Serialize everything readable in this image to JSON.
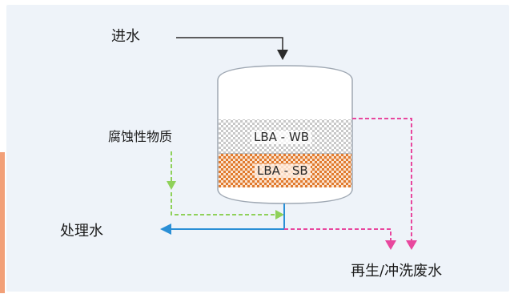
{
  "labels": {
    "inlet": "进水",
    "corrosive": "腐蚀性物质",
    "treated": "处理水",
    "waste": "再生/冲洗废水"
  },
  "vessel": {
    "layers": [
      {
        "name": "LBA - WB",
        "color": "#c8c8c8"
      },
      {
        "name": "LBA - SB",
        "color": "#e07a2e"
      }
    ]
  },
  "colors": {
    "background": "#eef3f9",
    "tank_outline": "#9fa8b3",
    "inlet_line": "#2b2b2b",
    "corrosive_line": "#8fd15a",
    "treated_line": "#2a8fd6",
    "waste_line": "#e8479e",
    "left_accent": "#f2a078"
  }
}
